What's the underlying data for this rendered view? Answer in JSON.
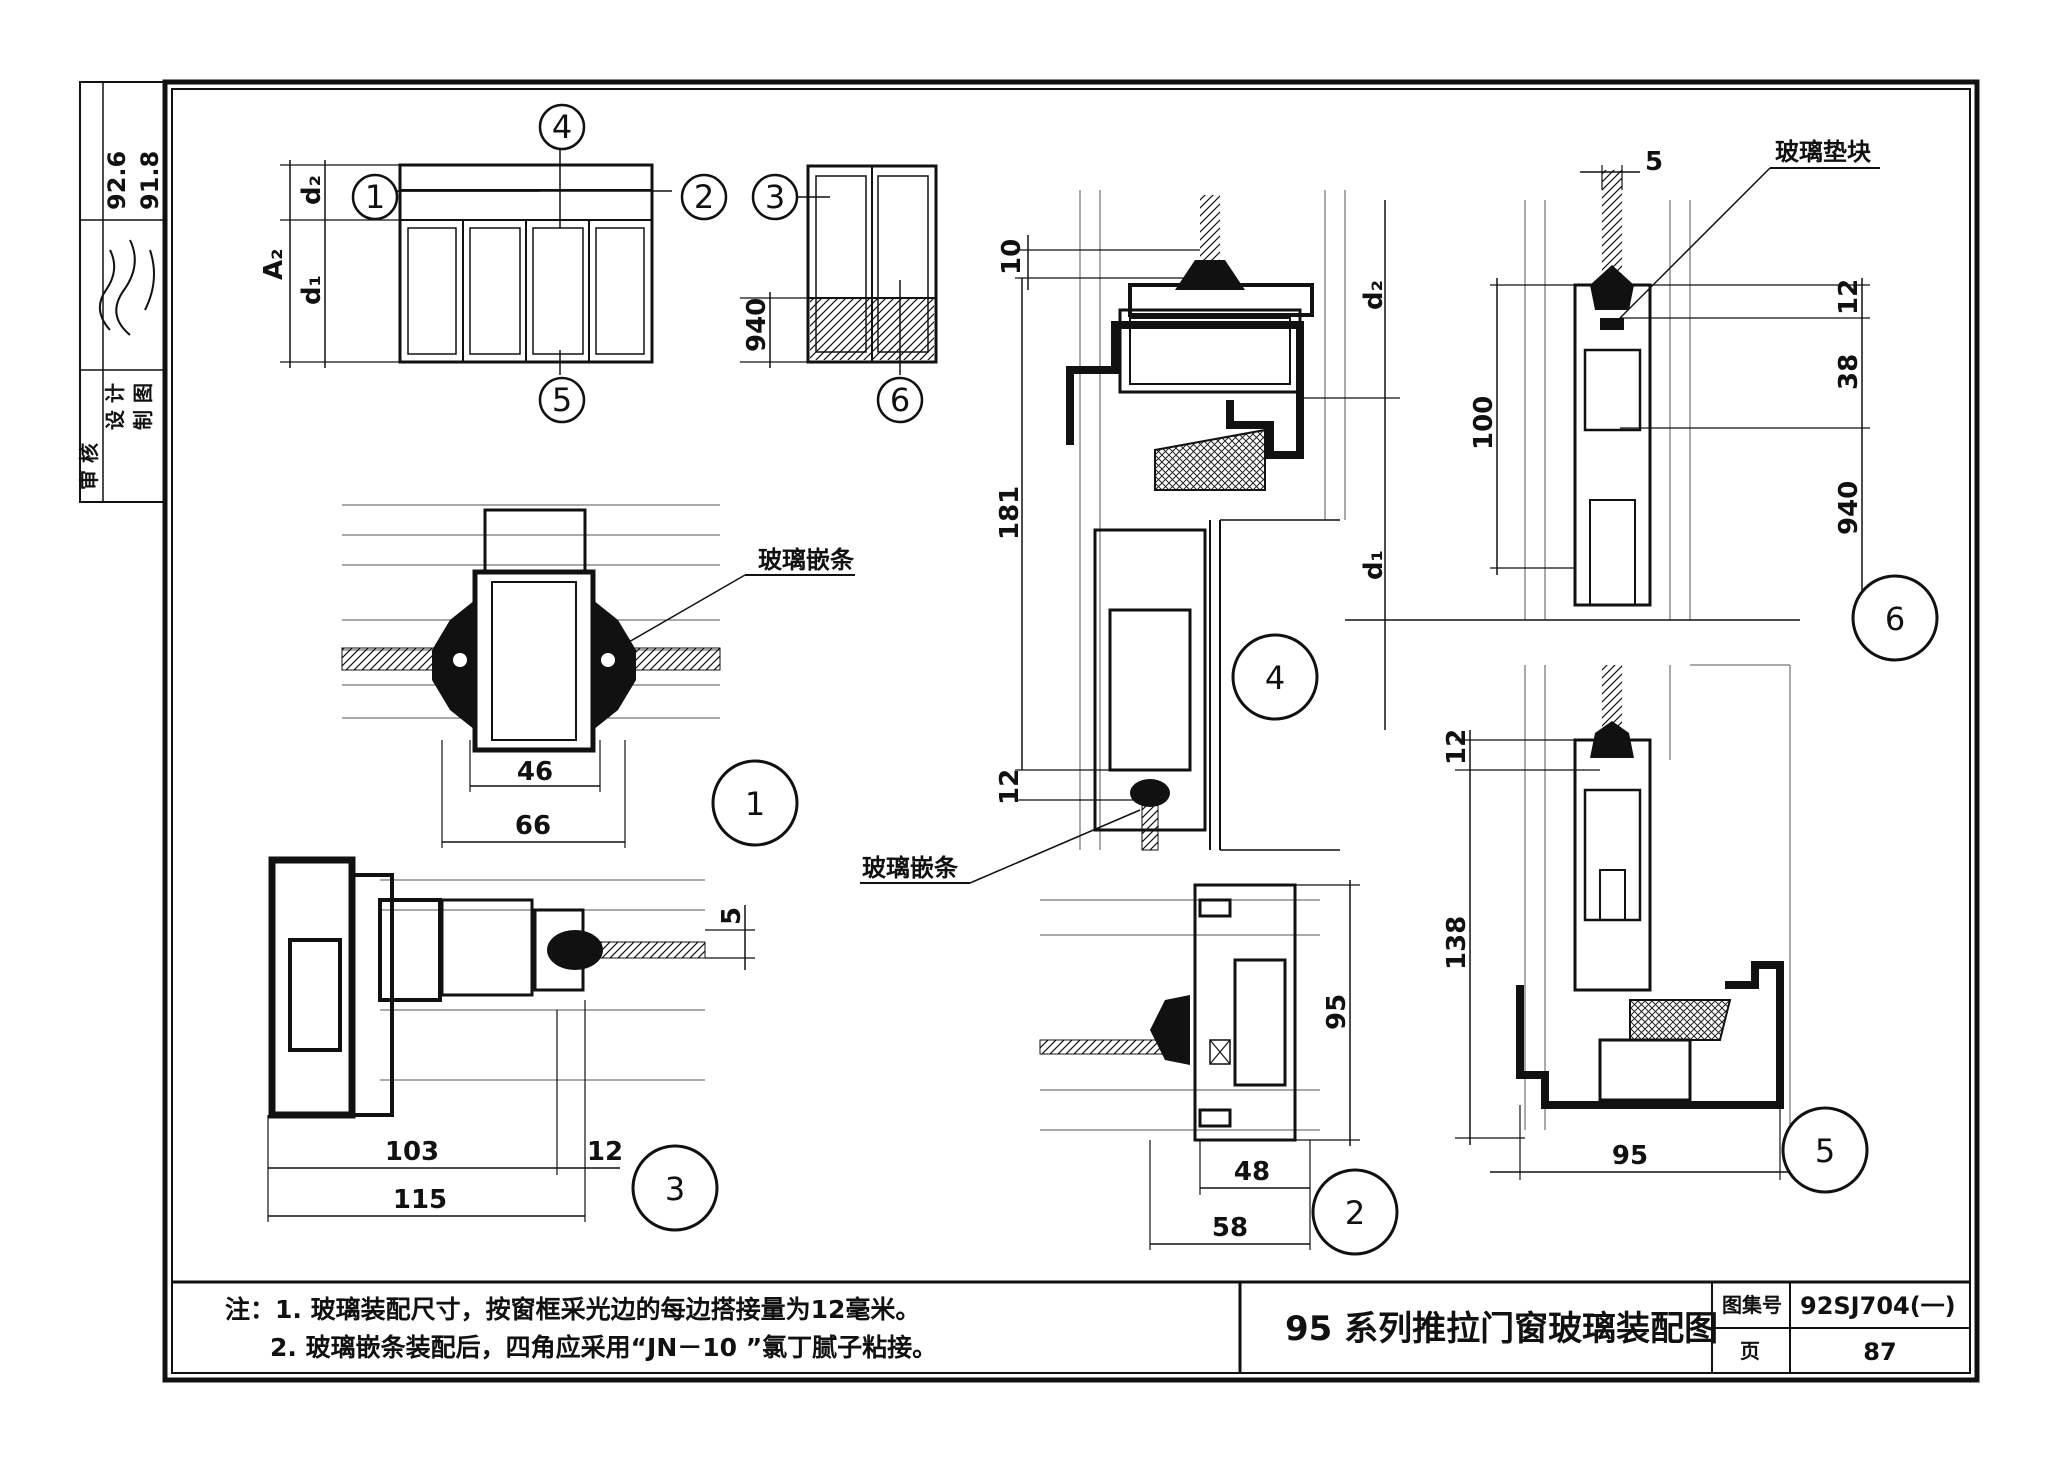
{
  "approval_block": {
    "roles": [
      "审 核",
      "设 计",
      "制 图"
    ],
    "dates": [
      "92.6",
      "91.8"
    ]
  },
  "elevations": {
    "dim_d2": "d₂",
    "dim_d1": "d₁",
    "dim_A2": "A₂",
    "dim_940": "940",
    "markers": [
      "1",
      "2",
      "3",
      "4",
      "5",
      "6"
    ]
  },
  "detail1": {
    "number": "1",
    "dim_inner": "46",
    "dim_outer": "66",
    "callout": "玻璃嵌条"
  },
  "detail3": {
    "number": "3",
    "dim_103": "103",
    "dim_115": "115",
    "dim_12": "12",
    "dim_5": "5"
  },
  "detail4": {
    "number": "4",
    "dim_10": "10",
    "dim_181": "181",
    "dim_12": "12",
    "dim_d2": "d₂",
    "dim_d1": "d₁",
    "callout": "玻璃嵌条"
  },
  "detail2": {
    "number": "2",
    "dim_95": "95",
    "dim_48": "48",
    "dim_58": "58"
  },
  "detail6": {
    "number": "6",
    "dim_5": "5",
    "dim_12": "12",
    "dim_38": "38",
    "dim_940": "940",
    "dim_100": "100",
    "callout": "玻璃垫块"
  },
  "detail5": {
    "number": "5",
    "dim_12": "12",
    "dim_138": "138",
    "dim_95": "95"
  },
  "notes": {
    "line1": "注：1. 玻璃装配尺寸，按窗框采光边的每边搭接量为12毫米。",
    "line2": "2. 玻璃嵌条装配后，四角应采用“JN－10 ”氯丁腻子粘接。"
  },
  "title_block": {
    "title": "95 系列推拉门窗玻璃装配图",
    "atlas_label": "图集号",
    "atlas_no": "92SJ704(一)",
    "page_label": "页",
    "page_no": "87"
  }
}
